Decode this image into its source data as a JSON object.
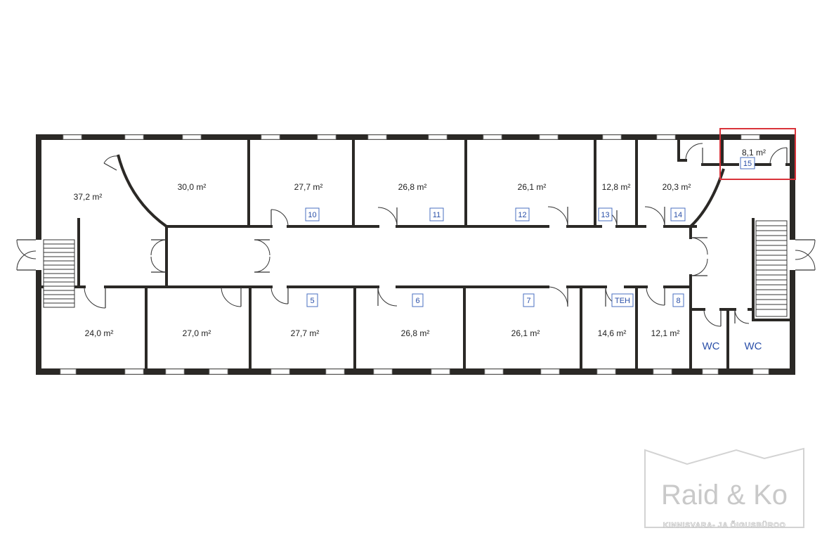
{
  "rooms": [
    {
      "area": "37,2 m²"
    },
    {
      "area": "30,0 m²"
    },
    {
      "area": "27,7 m²",
      "number": "10"
    },
    {
      "area": "26,8 m²",
      "number": "11"
    },
    {
      "area": "26,1 m²",
      "number": "12"
    },
    {
      "area": "12,8 m²",
      "number": "13"
    },
    {
      "area": "20,3 m²",
      "number": "14"
    },
    {
      "area": "8,1 m²",
      "number": "15"
    },
    {
      "area": "24,0 m²"
    },
    {
      "area": "27,0 m²"
    },
    {
      "area": "27,7 m²",
      "number": "5"
    },
    {
      "area": "26,8 m²",
      "number": "6"
    },
    {
      "area": "26,1 m²",
      "number": "7"
    },
    {
      "area": "14,6 m²",
      "number": "TEH"
    },
    {
      "area": "12,1 m²",
      "number": "8"
    },
    {
      "label": "WC"
    },
    {
      "label": "WC"
    }
  ],
  "highlight": {
    "color": "#d9333a",
    "room": "15"
  },
  "logo": {
    "name": "Raid & Ko",
    "tagline": "KINNISVARA- JA ÕIGUSBÜROO"
  },
  "colors": {
    "wall": "#2b2926",
    "room_number": "#2a4fa8",
    "highlight": "#d9333a",
    "logo": "#c9c9c9"
  }
}
